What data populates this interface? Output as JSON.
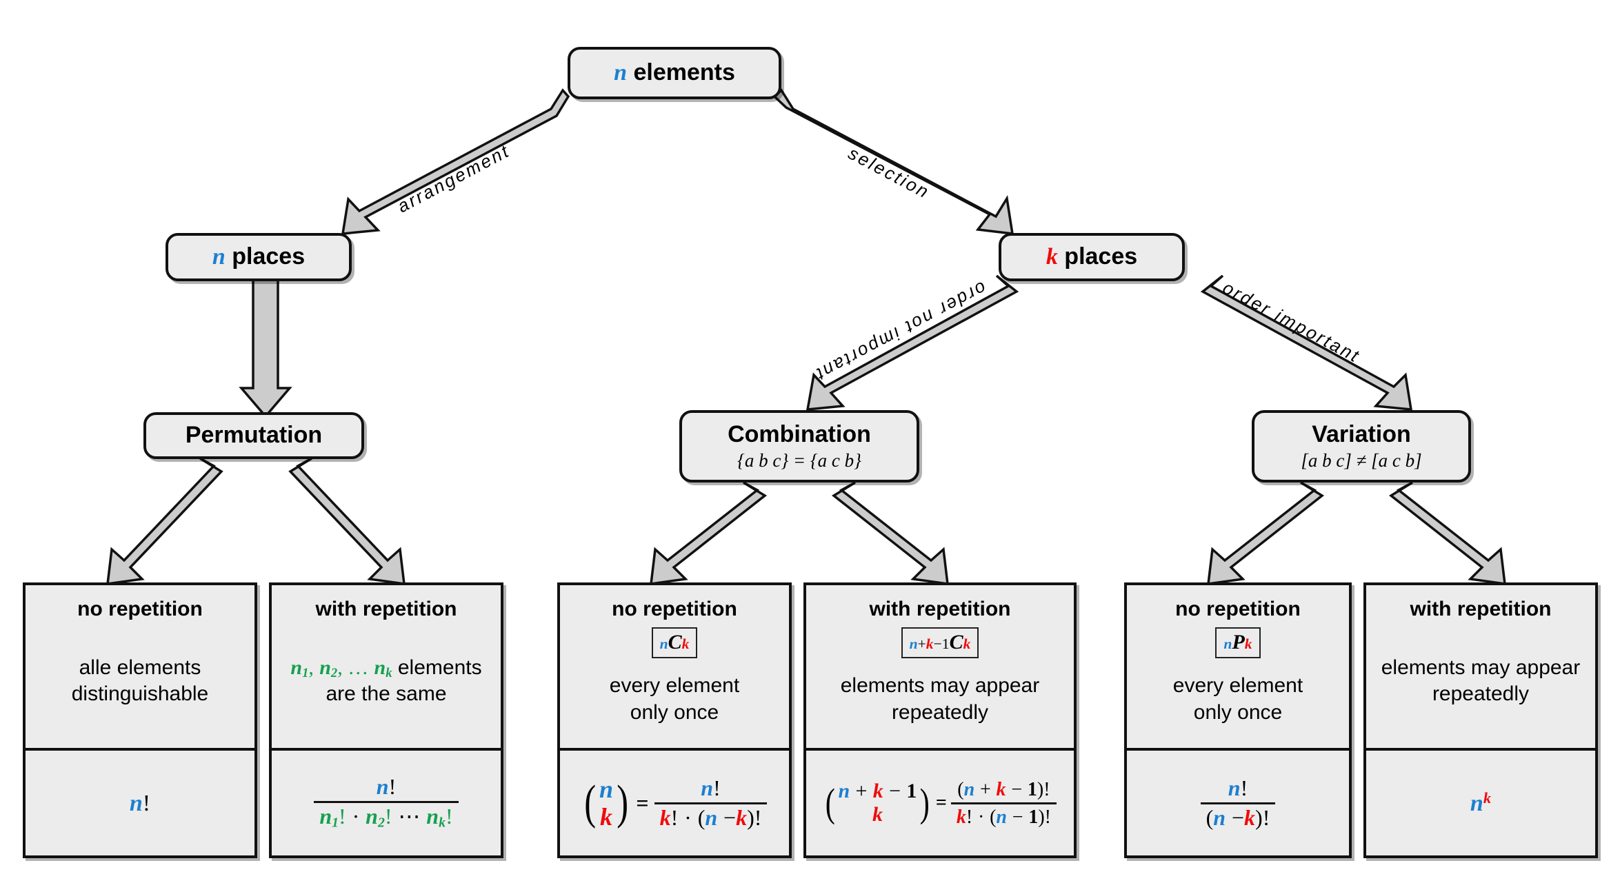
{
  "diagram": {
    "title": "Combinatorics decision tree",
    "colors": {
      "blue": "#1b7fd1",
      "red": "#f10a0a",
      "green": "#16a04e",
      "box_fill": "#ececec",
      "box_border": "#111111",
      "arrow_fill": "#cccccc"
    }
  },
  "nodes": {
    "root": {
      "var": "n",
      "label": "elements"
    },
    "n_places": {
      "var": "n",
      "label": "places"
    },
    "k_places": {
      "var": "k",
      "label": "places"
    },
    "permutation": {
      "title": "Permutation",
      "sub": ""
    },
    "combination": {
      "title": "Combination",
      "sub": "{a b c} = {a c b}"
    },
    "variation": {
      "title": "Variation",
      "sub": "[a b c] ≠ [a c b]"
    }
  },
  "edge_labels": {
    "arrangement": "arrangement",
    "selection": "selection",
    "order_not_important": "order not important",
    "order_important": "order important"
  },
  "leaves": [
    {
      "head": "no repetition",
      "notation": "",
      "desc_line1": "alle elements",
      "desc_line2": "distinguishable",
      "formula": "n!"
    },
    {
      "head": "with repetition",
      "notation": "",
      "desc_line1": "n₁, n₂, … nₖ elements",
      "desc_line2": "are the same",
      "formula": "n! / (n₁! · n₂! ⋯ nₖ!)"
    },
    {
      "head": "no repetition",
      "notation": "nCk",
      "desc_line1": "every element",
      "desc_line2": "only once",
      "formula": "(n over k) = n! / (k! · (n − k)!)"
    },
    {
      "head": "with repetition",
      "notation": "n+k−1Ck",
      "desc_line1": "elements may appear",
      "desc_line2": "repeatedly",
      "formula": "(n + k − 1 over k) = (n + k − 1)! / (k! · (n − 1)!)"
    },
    {
      "head": "no repetition",
      "notation": "nPk",
      "desc_line1": "every element",
      "desc_line2": "only once",
      "formula": "n! / (n − k)!"
    },
    {
      "head": "with repetition",
      "notation": "",
      "desc_line1": "elements may appear",
      "desc_line2": "repeatedly",
      "formula": "n^k"
    }
  ]
}
